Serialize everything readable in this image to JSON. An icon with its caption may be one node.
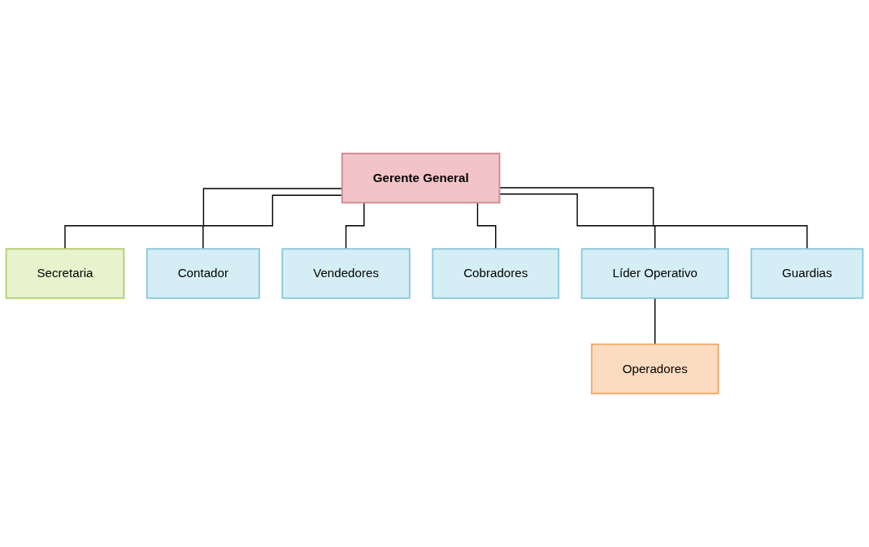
{
  "diagram": {
    "nodes": [
      {
        "text": [
          "Gerente General"
        ]
      },
      {
        "text": [
          "Secretaria"
        ]
      },
      {
        "text": [
          "Contador"
        ]
      },
      {
        "text": [
          "Vendedores"
        ]
      },
      {
        "text": [
          "Cobradores"
        ]
      },
      {
        "text": [
          "Líder Operativo"
        ]
      },
      {
        "text": [
          "Operadores"
        ]
      },
      {
        "text": [
          "Guardias"
        ]
      }
    ],
    "edges": [
      {
        "from": 0,
        "to": 1,
        "arrow": "none"
      },
      {
        "from": 0,
        "to": 2,
        "arrow": "none"
      },
      {
        "from": 0,
        "to": 3,
        "arrow": "none"
      },
      {
        "from": 0,
        "to": 7,
        "arrow": "none"
      },
      {
        "from": 0,
        "to": 4,
        "arrow": "none"
      },
      {
        "from": 0,
        "to": 5,
        "arrow": "none"
      },
      {
        "from": 5,
        "to": 6,
        "arrow": "none"
      }
    ]
  }
}
